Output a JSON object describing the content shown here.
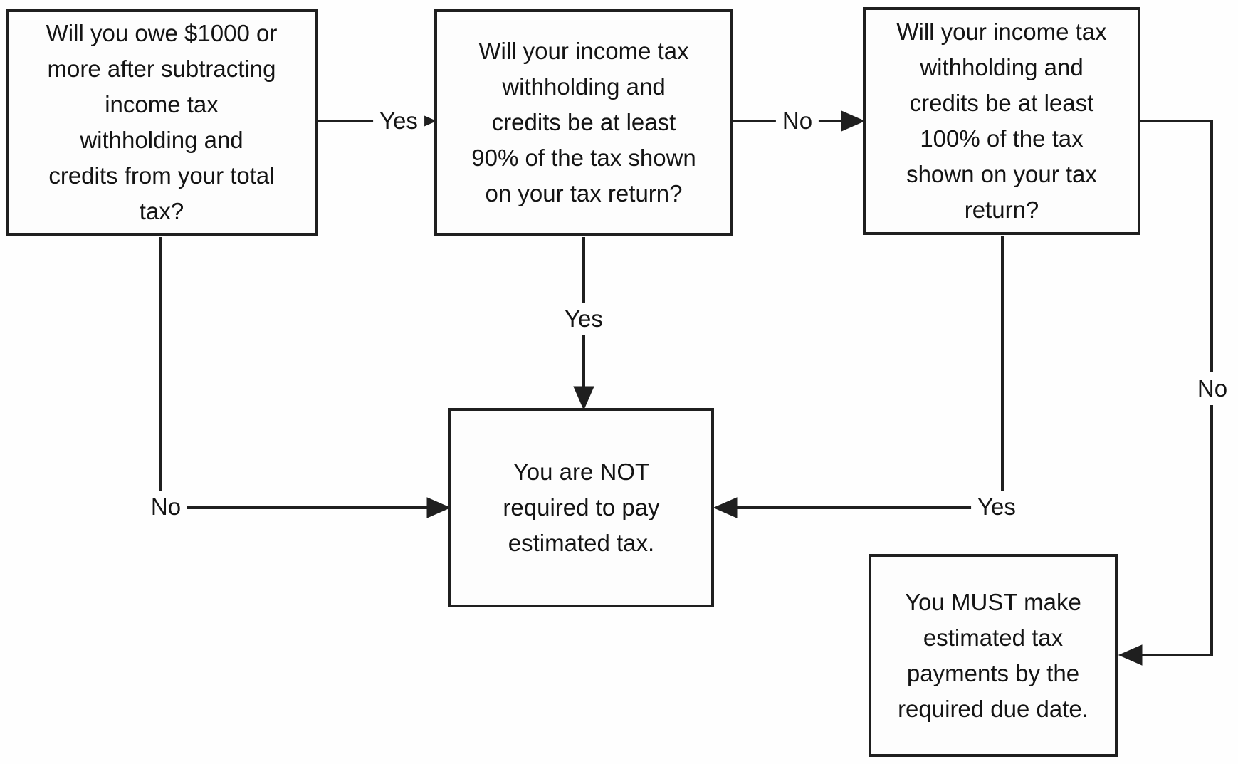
{
  "flowchart": {
    "nodes": {
      "q1": {
        "text": "Will you owe $1000 or\nmore after subtracting\nincome tax\nwithholding and\ncredits from your total\ntax?"
      },
      "q2": {
        "text": "Will your income tax\nwithholding and\ncredits be at least\n90% of the tax shown\non your tax return?"
      },
      "q3": {
        "text": "Will your income tax\nwithholding and\ncredits be at least\n100% of the tax\nshown on your tax\nreturn?"
      },
      "not_required": {
        "text": "You are NOT\nrequired to pay\nestimated tax."
      },
      "must_pay": {
        "text": "You MUST make\nestimated tax\npayments by the\nrequired due date."
      }
    },
    "edges": [
      {
        "from": "q1",
        "to": "q2",
        "label": "Yes"
      },
      {
        "from": "q1",
        "to": "not_required",
        "label": "No"
      },
      {
        "from": "q2",
        "to": "not_required",
        "label": "Yes"
      },
      {
        "from": "q2",
        "to": "q3",
        "label": "No"
      },
      {
        "from": "q3",
        "to": "not_required",
        "label": "Yes"
      },
      {
        "from": "q3",
        "to": "must_pay",
        "label": "No"
      }
    ],
    "colors": {
      "line": "#1f1f1f",
      "box_border": "#1f1f1f",
      "background": "#fefefe",
      "text": "#141414"
    }
  }
}
